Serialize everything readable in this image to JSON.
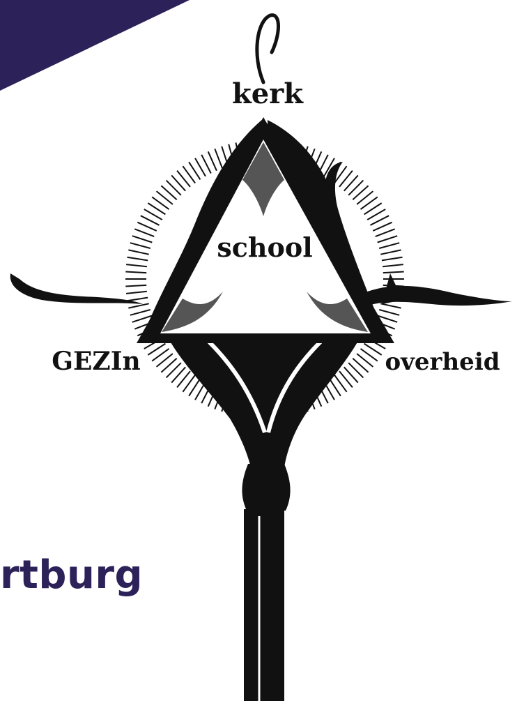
{
  "colors": {
    "brand": "#2c2158",
    "ink": "#111111",
    "paper": "#ffffff"
  },
  "emblem": {
    "top_label": "kerk",
    "center_label": "school",
    "left_label": "GEZIn",
    "right_label": "overheid"
  },
  "brand_text": "rtburg"
}
